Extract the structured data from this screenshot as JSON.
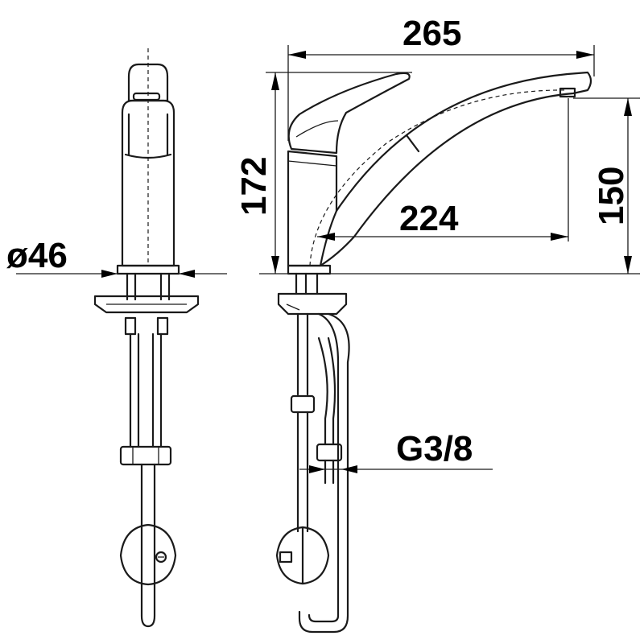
{
  "dimensions": {
    "overall_length": "265",
    "spout_reach": "224",
    "total_height": "172",
    "spout_height": "150",
    "base_diameter": "ø46",
    "connection_thread": "G3/8"
  }
}
